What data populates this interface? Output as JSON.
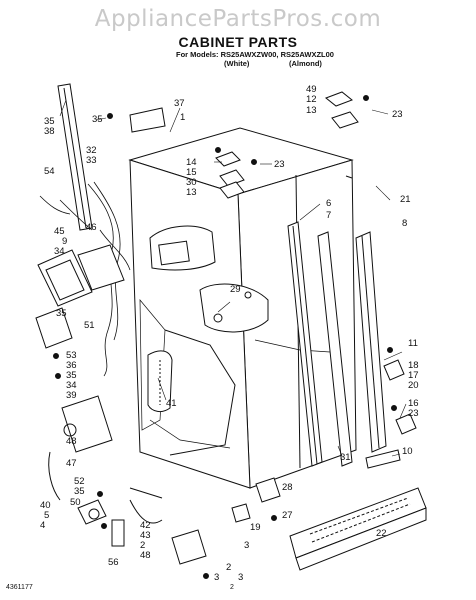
{
  "watermark": "AppliancePartsPros.com",
  "title": "CABINET PARTS",
  "models_line": "For Models: RS25AWXZW00, RS25AWXZL00",
  "color_white": "(White)",
  "color_almond": "(Almond)",
  "footer_left": "4361177",
  "footer_page": "2",
  "callouts": [
    "37",
    "1",
    "35",
    "35",
    "38",
    "32",
    "33",
    "54",
    "45",
    "9",
    "46",
    "34",
    "51",
    "35",
    "53",
    "36",
    "35",
    "34",
    "39",
    "48",
    "47",
    "40",
    "5",
    "4",
    "52",
    "35",
    "50",
    "43",
    "56",
    "42",
    "2",
    "48",
    "3",
    "14",
    "15",
    "30",
    "13",
    "23",
    "29",
    "41",
    "49",
    "12",
    "13",
    "23",
    "21",
    "6",
    "7",
    "8",
    "11",
    "18",
    "17",
    "20",
    "16",
    "23",
    "31",
    "10",
    "28",
    "19",
    "27",
    "22",
    "3",
    "2",
    "3"
  ]
}
